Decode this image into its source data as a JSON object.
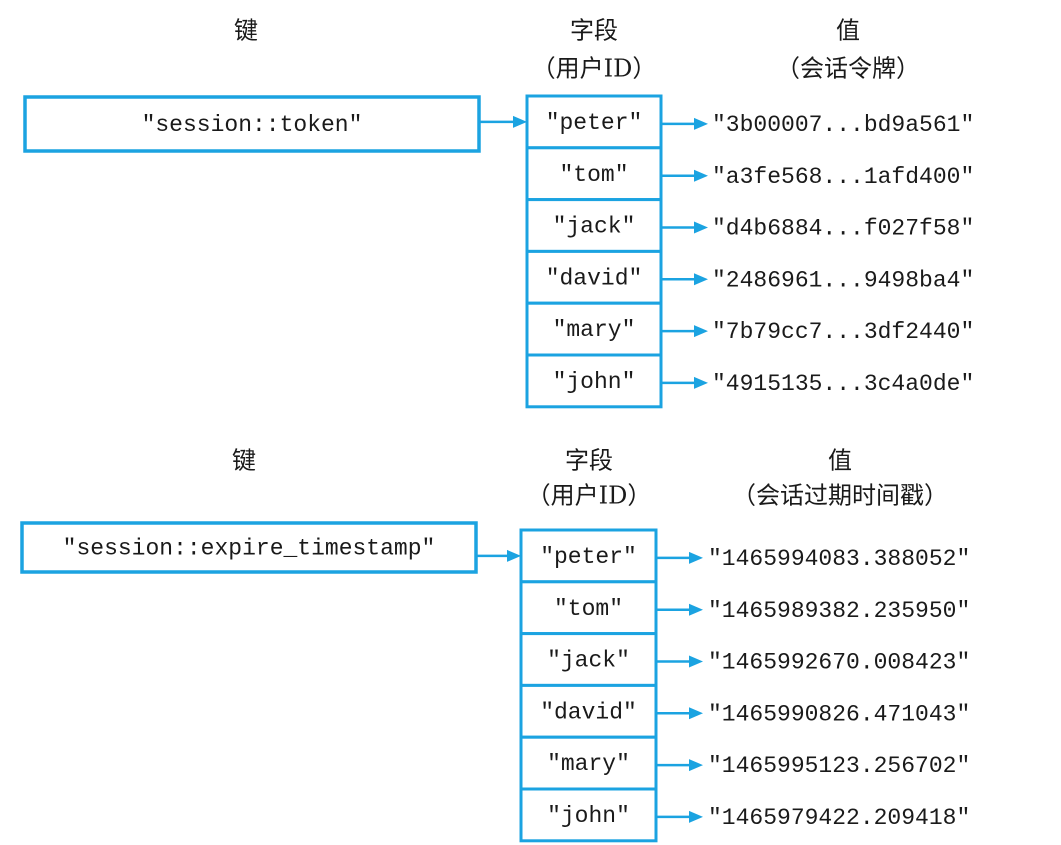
{
  "colors": {
    "accent": "#1ba3e1",
    "text": "#1a1a1a",
    "background": "#ffffff"
  },
  "hashes": [
    {
      "key_header": "键",
      "field_header": "字段",
      "field_subheader": "（用户ID）",
      "value_header": "值",
      "value_subheader": "（会话令牌）",
      "key": "\"session::token\"",
      "fields": [
        "\"peter\"",
        "\"tom\"",
        "\"jack\"",
        "\"david\"",
        "\"mary\"",
        "\"john\""
      ],
      "values": [
        "\"3b00007...bd9a561\"",
        "\"a3fe568...1afd400\"",
        "\"d4b6884...f027f58\"",
        "\"2486961...9498ba4\"",
        "\"7b79cc7...3df2440\"",
        "\"4915135...3c4a0de\""
      ]
    },
    {
      "key_header": "键",
      "field_header": "字段",
      "field_subheader": "（用户ID）",
      "value_header": "值",
      "value_subheader": "（会话过期时间戳）",
      "key": "\"session::expire_timestamp\"",
      "fields": [
        "\"peter\"",
        "\"tom\"",
        "\"jack\"",
        "\"david\"",
        "\"mary\"",
        "\"john\""
      ],
      "values": [
        "\"1465994083.388052\"",
        "\"1465989382.235950\"",
        "\"1465992670.008423\"",
        "\"1465990826.471043\"",
        "\"1465995123.256702\"",
        "\"1465979422.209418\""
      ]
    }
  ]
}
